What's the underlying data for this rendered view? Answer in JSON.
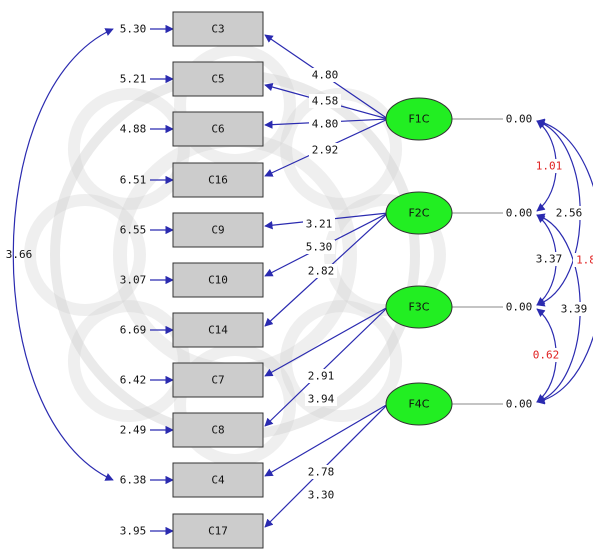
{
  "colors": {
    "path": "#2b2bb0",
    "box_fill": "#cccccc",
    "box_stroke": "#333333",
    "latent_fill": "#22ee22",
    "latent_stroke": "#333333",
    "highlight": "#e02020",
    "text": "#111111",
    "watermark": "#d0d0d0"
  },
  "indicators": [
    {
      "id": "C3",
      "error": "5.30"
    },
    {
      "id": "C5",
      "error": "5.21"
    },
    {
      "id": "C6",
      "error": "4.88"
    },
    {
      "id": "C16",
      "error": "6.51"
    },
    {
      "id": "C9",
      "error": "6.55"
    },
    {
      "id": "C10",
      "error": "3.07"
    },
    {
      "id": "C14",
      "error": "6.69"
    },
    {
      "id": "C7",
      "error": "6.42"
    },
    {
      "id": "C8",
      "error": "2.49"
    },
    {
      "id": "C4",
      "error": "6.38"
    },
    {
      "id": "C17",
      "error": "3.95"
    }
  ],
  "factors": [
    {
      "id": "F1C",
      "variance": "0.00"
    },
    {
      "id": "F2C",
      "variance": "0.00"
    },
    {
      "id": "F3C",
      "variance": "0.00"
    },
    {
      "id": "F4C",
      "variance": "0.00"
    }
  ],
  "loadings": [
    {
      "factor": "F1C",
      "indicator": "C3",
      "value": "4.80"
    },
    {
      "factor": "F1C",
      "indicator": "C5",
      "value": "4.58"
    },
    {
      "factor": "F1C",
      "indicator": "C6",
      "value": "4.80"
    },
    {
      "factor": "F1C",
      "indicator": "C16",
      "value": "2.92"
    },
    {
      "factor": "F2C",
      "indicator": "C9",
      "value": "3.21"
    },
    {
      "factor": "F2C",
      "indicator": "C10",
      "value": "5.30"
    },
    {
      "factor": "F2C",
      "indicator": "C14",
      "value": "2.82"
    },
    {
      "factor": "F3C",
      "indicator": "C7",
      "value": "2.91"
    },
    {
      "factor": "F3C",
      "indicator": "C8",
      "value": "3.94"
    },
    {
      "factor": "F4C",
      "indicator": "C4",
      "value": "2.78"
    },
    {
      "factor": "F4C",
      "indicator": "C17",
      "value": "3.30"
    }
  ],
  "factor_covariances": [
    {
      "from": "F1C",
      "to": "F2C",
      "value": "1.01",
      "highlight": true
    },
    {
      "from": "F1C",
      "to": "F3C",
      "value": "2.56",
      "highlight": false
    },
    {
      "from": "F1C",
      "to": "F4C",
      "value": "1.8",
      "highlight": true
    },
    {
      "from": "F2C",
      "to": "F3C",
      "value": "3.37",
      "highlight": false
    },
    {
      "from": "F2C",
      "to": "F4C",
      "value": "3.39",
      "highlight": false
    },
    {
      "from": "F3C",
      "to": "F4C",
      "value": "0.62",
      "highlight": true
    }
  ],
  "error_covariances": [
    {
      "from": "C3",
      "to": "C4",
      "value": "3.66"
    }
  ]
}
